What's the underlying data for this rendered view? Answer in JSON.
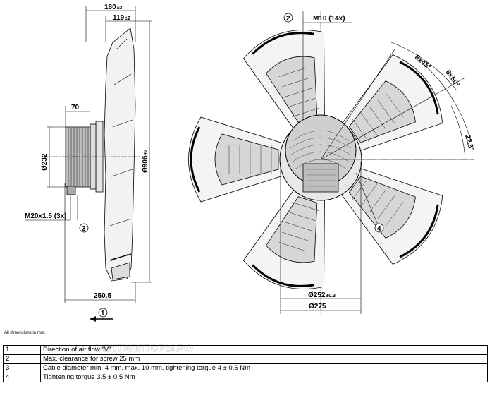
{
  "dimensions": {
    "overall_depth": {
      "value": "180",
      "tol": "±3"
    },
    "hub_depth": {
      "value": "119",
      "tol": "±2"
    },
    "motor_depth": "70",
    "motor_diameter": "Ø232",
    "fan_diameter": {
      "value": "Ø906",
      "tol": "±2"
    },
    "thread": "M20x1.5 (3x)",
    "guard_depth": "250,5",
    "mount_thread": "M10 (14x)",
    "angle_45": "8x45°",
    "angle_60": "6x60°",
    "angle_22": "22.5°",
    "bolt_circle_1": {
      "value": "Ø252",
      "tol": "±0.3"
    },
    "bolt_circle_2": "Ø275"
  },
  "callouts": [
    "1",
    "2",
    "3",
    "4"
  ],
  "note": "All dimensions in mm.",
  "watermark": "ВЕНТИЛЯТОРЫ.РФ",
  "legend": [
    {
      "num": "1",
      "text": "Direction of air flow \"V\""
    },
    {
      "num": "2",
      "text": "Max. clearance for screw 25 mm"
    },
    {
      "num": "3",
      "text": "Cable diameter min. 4 mm, max. 10 mm, tightening torque 4 ± 0.6 Nm"
    },
    {
      "num": "4",
      "text": "Tightening torque 3.5 ± 0.5 Nm"
    }
  ]
}
